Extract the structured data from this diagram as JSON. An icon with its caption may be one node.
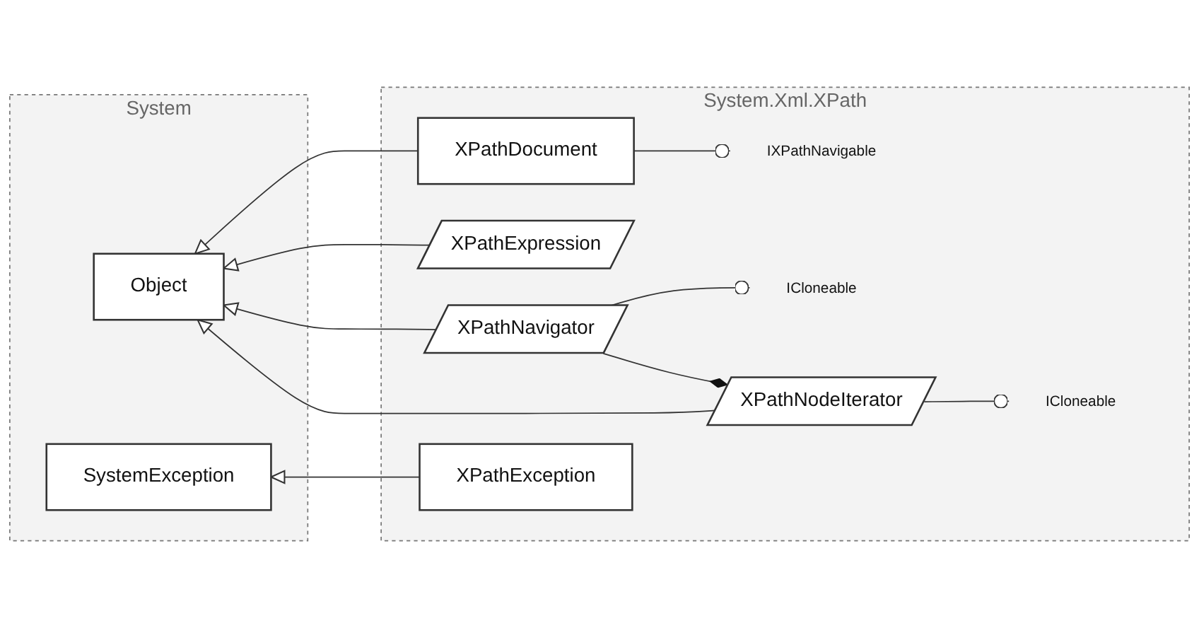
{
  "diagram": {
    "nodes": [
      {
        "text": [
          "System"
        ]
      },
      {
        "text": [
          "Object"
        ],
        "in": 0
      },
      {
        "text": [
          "SystemException"
        ],
        "in": 0
      },
      {
        "text": [
          "System.Xml.XPath"
        ]
      },
      {
        "text": [
          "XPathDocument"
        ],
        "in": 3
      },
      {
        "text": [
          "XPathExpression"
        ],
        "in": 3
      },
      {
        "text": [
          "XPathNavigator"
        ],
        "in": 3
      },
      {
        "text": [
          "XPathNodeIterator"
        ],
        "in": 3
      },
      {
        "text": [
          "XPathException"
        ],
        "in": 3
      },
      {
        "text": [
          "IXPathNavigable"
        ],
        "in": 3
      },
      {
        "text": [
          "ICloneable"
        ],
        "in": 3
      },
      {
        "text": [
          "ICloneable"
        ],
        "in": 3
      }
    ],
    "edges": [
      {
        "from": 4,
        "to": 1,
        "arrow": "to"
      },
      {
        "from": 5,
        "to": 1,
        "arrow": "to"
      },
      {
        "from": 6,
        "to": 1,
        "arrow": "to"
      },
      {
        "from": 7,
        "to": 1,
        "arrow": "to"
      },
      {
        "from": 8,
        "to": 2,
        "arrow": "to"
      },
      {
        "from": 4,
        "to": 9,
        "arrow": "other"
      },
      {
        "from": 6,
        "to": 10,
        "arrow": "other"
      },
      {
        "from": 6,
        "to": 7,
        "arrow": "other"
      },
      {
        "from": 7,
        "to": 11,
        "arrow": "other"
      }
    ]
  }
}
